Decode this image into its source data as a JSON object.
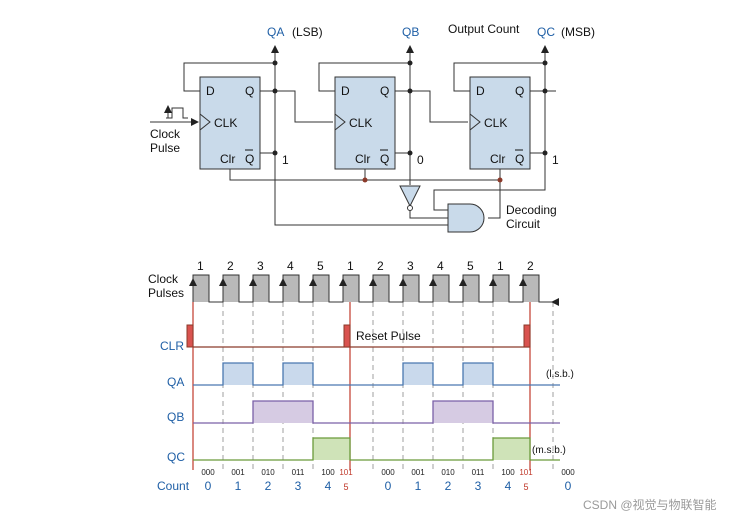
{
  "circuit": {
    "outputs": [
      {
        "name": "QA",
        "note": "(LSB)"
      },
      {
        "name": "QB",
        "note": ""
      },
      {
        "name": "QC",
        "note": "(MSB)"
      }
    ],
    "output_count_label": "Output Count",
    "pins": {
      "d": "D",
      "q": "Q",
      "clk": "CLK",
      "clr": "Clr",
      "qbar": "Q"
    },
    "clock_label_1": "Clock",
    "clock_label_2": "Pulse",
    "qbar_values": [
      "1",
      "0",
      "1"
    ],
    "decoding_label_1": "Decoding",
    "decoding_label_2": "Circuit"
  },
  "timing": {
    "clock_label_1": "Clock",
    "clock_label_2": "Pulses",
    "pulse_numbers": [
      "1",
      "2",
      "3",
      "4",
      "5",
      "1",
      "2",
      "3",
      "4",
      "5",
      "1",
      "2"
    ],
    "signals": {
      "clr": "CLR",
      "qa": "QA",
      "qb": "QB",
      "qc": "QC"
    },
    "reset_pulse_label": "Reset Pulse",
    "qa_note": "(l.s.b.)",
    "qc_note": "(m.s.b.)",
    "binary": [
      "000",
      "001",
      "010",
      "011",
      "100",
      "101",
      "000",
      "001",
      "010",
      "011",
      "100",
      "101",
      "000"
    ],
    "count_label": "Count",
    "counts": [
      "0",
      "1",
      "2",
      "3",
      "4",
      "5",
      "0",
      "1",
      "2",
      "3",
      "4",
      "5",
      "0"
    ],
    "reset_fill_color": "#d9534f",
    "qa_fill_color": "#c9d9ec",
    "qb_fill_color": "#d6cbe3",
    "qc_fill_color": "#cfe3b8",
    "clock_fill_color": "#b9b9b9"
  },
  "watermark": "CSDN @视觉与物联智能"
}
